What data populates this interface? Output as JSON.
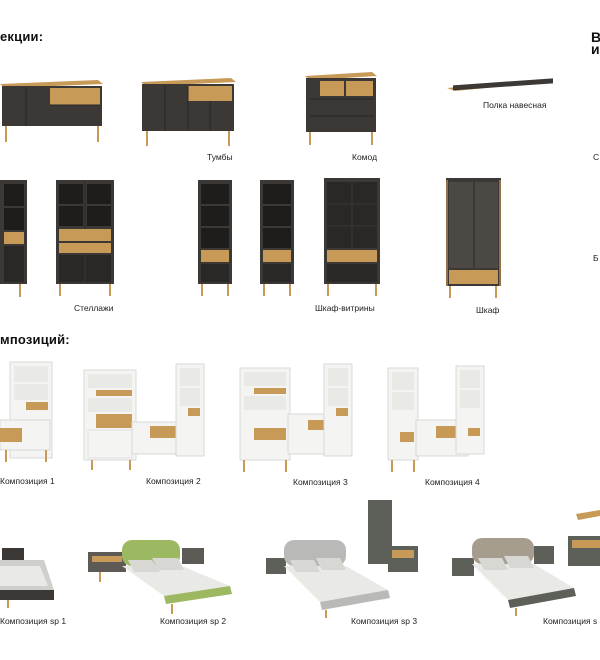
{
  "sections": {
    "collection_heading": "екции:",
    "compositions_heading": "мпозиций:",
    "right_heading_line1": "В",
    "right_heading_line2": "и"
  },
  "labels": {
    "tumby": "Тумбы",
    "komod": "Комод",
    "polka": "Полка навесная",
    "stellazhi": "Стеллажи",
    "shkaf_vitriny": "Шкаф-витрины",
    "shkaf": "Шкаф",
    "comp1": "Композиция 1",
    "comp2": "Композиция 2",
    "comp3": "Композиция 3",
    "comp4": "Композиция 4",
    "compsp1": "Композиция sp 1",
    "compsp2": "Композиция sp 2",
    "compsp3": "Композиция sp 3",
    "compsp4": "Композиция s",
    "edge_c": "С",
    "edge_b": "Б"
  },
  "colors": {
    "dark": "#3b3836",
    "oak": "#c89a58",
    "white": "#f4f4f2",
    "green": "#9cb860",
    "grey": "#b9bab8"
  }
}
